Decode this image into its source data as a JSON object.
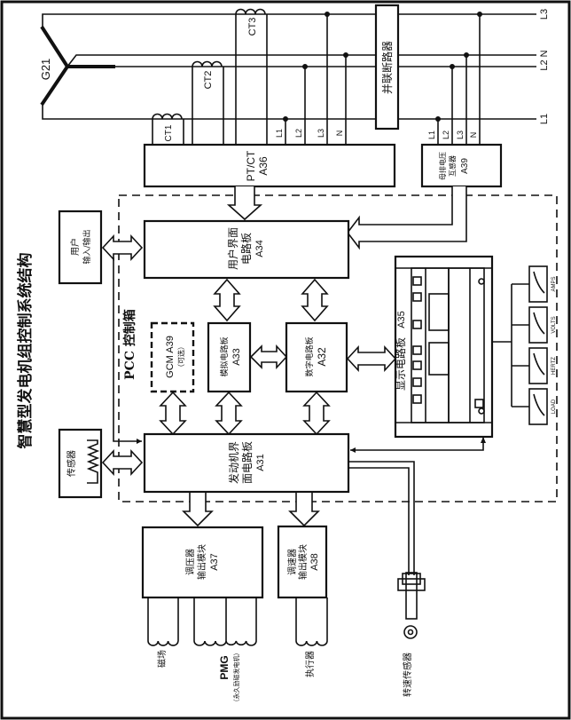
{
  "title": "智慧型发电机组控制系统结构",
  "enclosure_label": "PCC 控制箱",
  "generator": {
    "label": "G21"
  },
  "current_transformers": [
    "CT1",
    "CT2",
    "CT3"
  ],
  "bus_lines": {
    "right_labels": [
      "L3",
      "L2 N",
      "L1"
    ],
    "terminal_labels": [
      "L1",
      "L2",
      "L3",
      "N"
    ]
  },
  "breaker": {
    "label": "并联断路器"
  },
  "blocks": {
    "ptct": {
      "line1": "PT/CT",
      "line2": "A36"
    },
    "bus_pt": {
      "line1": "母排电压",
      "line2": "互感器",
      "line3": "A39"
    },
    "user_io": {
      "line1": "用户",
      "line2": "输入/输出"
    },
    "ui_board": {
      "line1": "用户界面",
      "line2": "电路板",
      "line3": "A34"
    },
    "gcm": {
      "line1": "GCM A39",
      "line2": "（可选）"
    },
    "analog": {
      "line1": "模拟电路板",
      "line2": "A33"
    },
    "digital": {
      "line1": "数字电路板",
      "line2": "A32"
    },
    "display": {
      "line1": "显示电路板",
      "line2": "A35"
    },
    "sensor": {
      "label": "传感器"
    },
    "engine": {
      "line1": "发动机界",
      "line2": "面电路板",
      "line3": "A31"
    },
    "avr": {
      "line1": "调压器",
      "line2": "输出模块",
      "line3": "A37"
    },
    "gov": {
      "line1": "调速器",
      "line2": "输出模块",
      "line3": "A38"
    }
  },
  "meters": [
    "AMPS",
    "VOLTS",
    "HERTZ",
    "LOAD"
  ],
  "outputs": {
    "field": "磁场",
    "pmg": "PMG",
    "pmg_sub": "（永久励磁发电机）",
    "actuator": "执行器",
    "speed_sensor": "转速传感器"
  }
}
